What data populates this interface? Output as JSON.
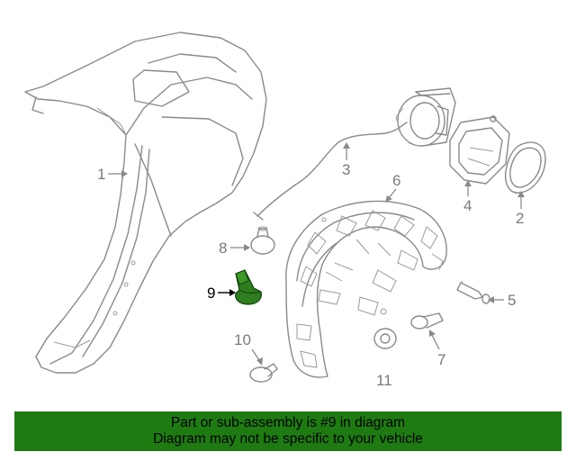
{
  "diagram": {
    "callouts": [
      "1",
      "2",
      "3",
      "4",
      "5",
      "6",
      "7",
      "8",
      "9",
      "10",
      "11"
    ],
    "highlight_color": "#2e7d1e",
    "line_color": "#8a8a8a"
  },
  "banner": {
    "line1": "Part or sub-assembly is #9 in diagram",
    "line2": "Diagram may not be specific to your vehicle",
    "background": "#1e7b12"
  }
}
